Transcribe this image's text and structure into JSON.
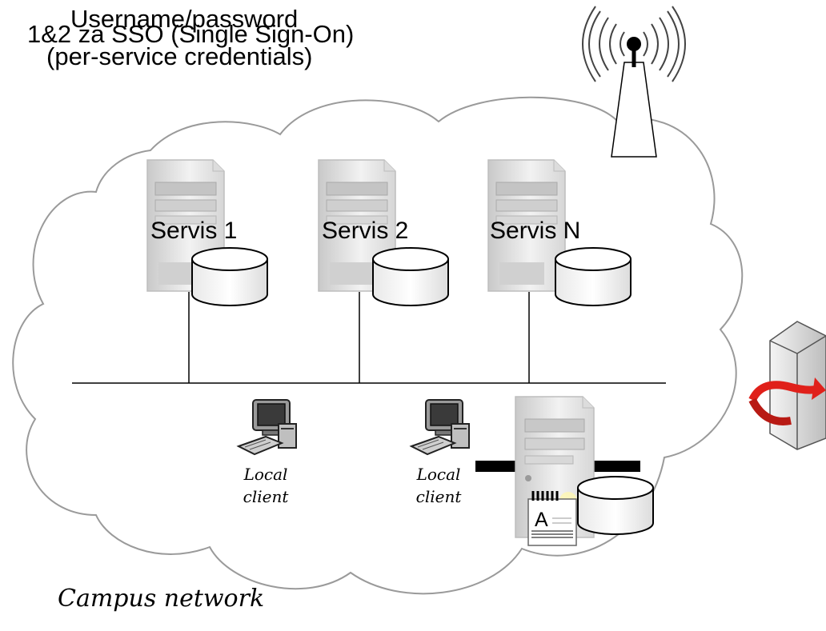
{
  "title": {
    "line1": "Username/password",
    "line2": "1&2 za SSO (Single Sign-On)",
    "line3": "(per-service credentials)"
  },
  "services": [
    {
      "label": "Servis 1"
    },
    {
      "label": "Servis 2"
    },
    {
      "label": "Servis N"
    }
  ],
  "clients": [
    {
      "line1": "Local",
      "line2": "client"
    },
    {
      "line1": "Local",
      "line2": "client"
    }
  ],
  "auth_server": {
    "badge_letter": "A"
  },
  "network_label": "Campus network",
  "icons": {
    "antenna": "radio-tower-icon",
    "service_server": "server-icon",
    "database": "database-icon",
    "client": "desktop-computer-icon",
    "auth_server": "auth-server-icon",
    "external_server": "external-server-icon",
    "badge": "id-card-icon"
  },
  "colors": {
    "cloud_stroke": "#9a9a9a",
    "line": "#000000",
    "arrow_red": "#e0201a",
    "server_body": "#e6e6e6"
  }
}
